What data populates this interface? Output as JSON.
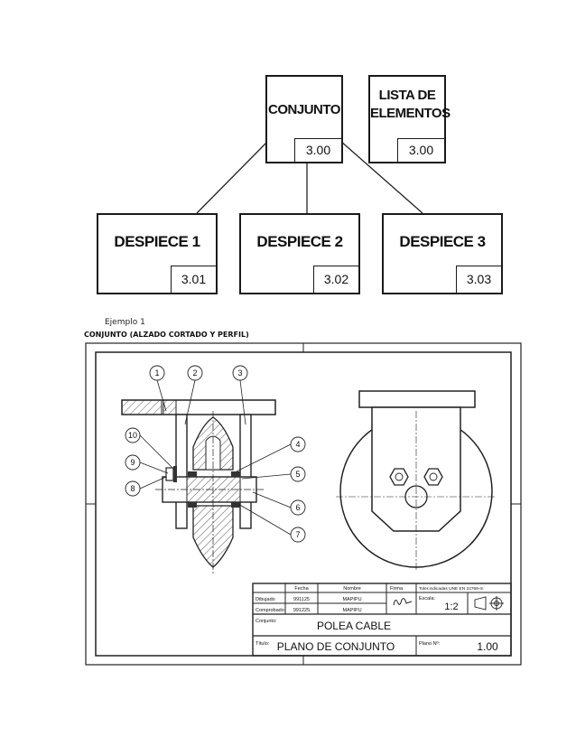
{
  "tree": {
    "conjunto": {
      "label": "CONJUNTO",
      "code": "3.00"
    },
    "lista": {
      "label_line1": "LISTA DE",
      "label_line2": "ELEMENTOS",
      "code": "3.00"
    },
    "despieces": [
      {
        "label": "DESPIECE 1",
        "code": "3.01"
      },
      {
        "label": "DESPIECE 2",
        "code": "3.02"
      },
      {
        "label": "DESPIECE 3",
        "code": "3.03"
      }
    ]
  },
  "captions": {
    "example": "Ejemplo 1",
    "subtitle": "CONJUNTO  (ALZADO CORTADO Y PERFIL)"
  },
  "drawing": {
    "part_numbers": [
      "1",
      "2",
      "3",
      "4",
      "5",
      "6",
      "7",
      "8",
      "9",
      "10"
    ],
    "title_block": {
      "col_fecha": "Fecha",
      "col_nombre": "Nombre",
      "col_firma": "Firma",
      "tolerance_note": "Toler.indicadas UNE EN 22768-m",
      "row_dibujado": "Dibujado",
      "dibujado_fecha": "991125",
      "dibujado_nombre": "MAPIPU",
      "row_comprobado": "Comprobado",
      "comprobado_fecha": "991225",
      "comprobado_nombre": "MAPIPU",
      "escala_label": "Escala:",
      "escala_value": "1:2",
      "conjunto_label": "Conjunto:",
      "conjunto_value": "POLEA CABLE",
      "titulo_label": "Título:",
      "titulo_value": "PLANO DE CONJUNTO",
      "plano_label": "Plano Nº:",
      "plano_value": "1.00"
    }
  }
}
